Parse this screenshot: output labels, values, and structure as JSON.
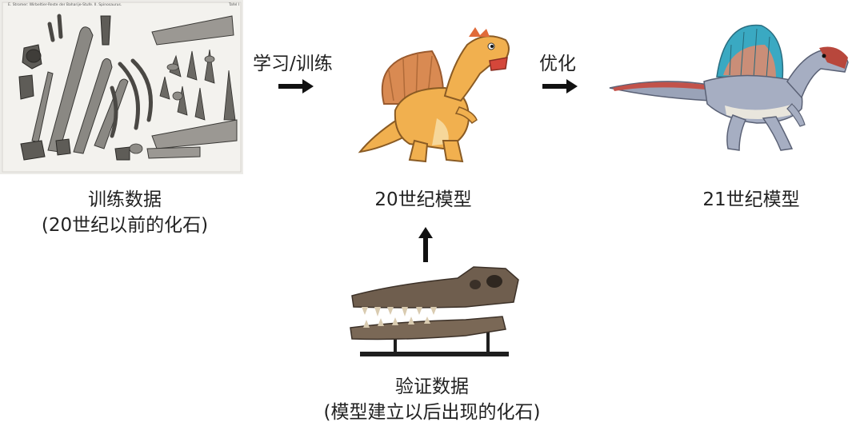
{
  "nodes": {
    "training": {
      "title": "训练数据",
      "subtitle": "(20世纪以前的化石)"
    },
    "model20": {
      "title": "20世纪模型"
    },
    "model21": {
      "title": "21世纪模型"
    },
    "validation": {
      "title": "验证数据",
      "subtitle": "(模型建立以后出现的化石)"
    }
  },
  "edges": {
    "training_to_model20": {
      "label": "学习/训练"
    },
    "model20_to_model21": {
      "label": "优化"
    }
  },
  "plate": {
    "header_left": "E. Stromer: Wirbeltier-Reste der Baharije-Stufe. II. Spinosaurus.",
    "header_right": "Tafel I"
  }
}
